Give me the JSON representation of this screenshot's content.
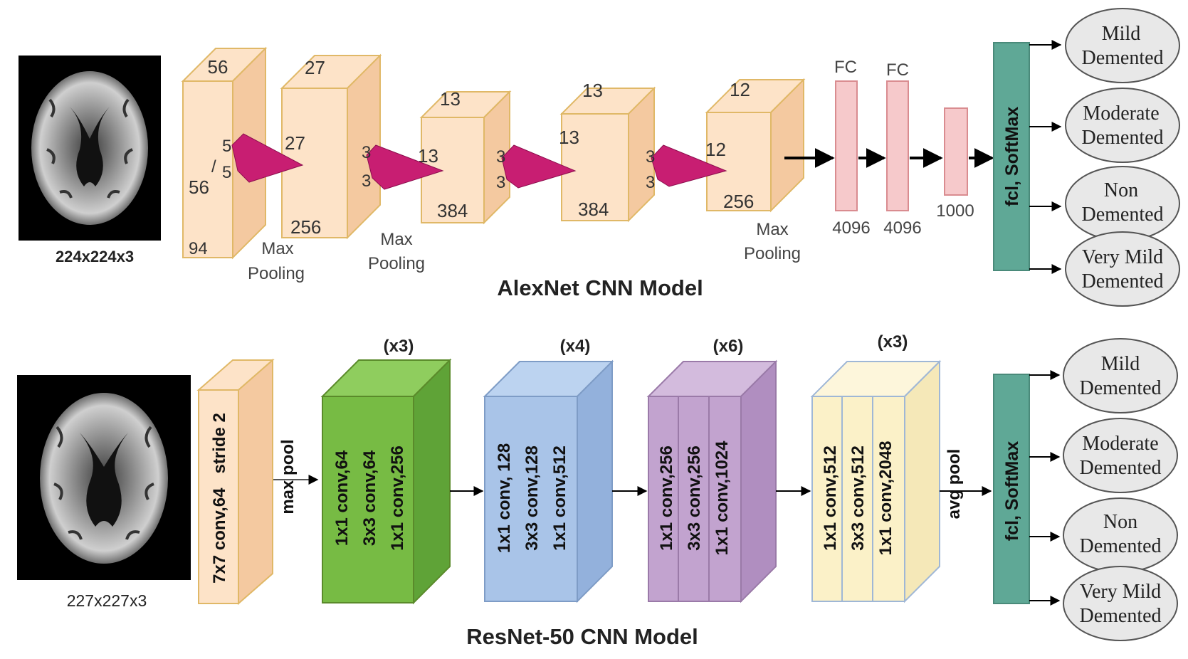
{
  "alexnet": {
    "input_size": "224x224x3",
    "title": "AlexNet CNN Model",
    "blocks": [
      {
        "top": "56",
        "left_a": "/",
        "left_b": "56",
        "bottom": "94",
        "kernel_a": "5",
        "kernel_b": "5"
      },
      {
        "top": "27",
        "mid": "27",
        "bottom": "256",
        "kernel_a": "3",
        "kernel_b": "3"
      },
      {
        "top": "13",
        "mid": "13",
        "bottom": "384",
        "kernel_a": "3",
        "kernel_b": "3"
      },
      {
        "top": "13",
        "mid": "13",
        "bottom": "384",
        "kernel_a": "3",
        "kernel_b": "3"
      },
      {
        "top": "12",
        "mid": "12",
        "bottom": "256"
      }
    ],
    "pool_label_1": [
      "Max",
      "Pooling"
    ],
    "pool_label_2": [
      "Max",
      "Pooling"
    ],
    "pool_label_3": [
      "Max",
      "Pooling"
    ],
    "fc": [
      {
        "top": "FC",
        "bottom": "4096"
      },
      {
        "top": "FC",
        "bottom": "4096"
      },
      {
        "top": "",
        "bottom": "1000"
      }
    ],
    "softmax": "fcl, SoftMax",
    "outputs": [
      [
        "Mild",
        "Demented"
      ],
      [
        "Moderate",
        "Demented"
      ],
      [
        "Non",
        "Demented"
      ],
      [
        "Very Mild",
        "Demented"
      ]
    ]
  },
  "resnet": {
    "input_size": "227x227x3",
    "title": "ResNet-50 CNN Model",
    "conv1": "7x7 conv,64   stride 2",
    "maxpool": "max pool",
    "stages": [
      {
        "repeat": "(x3)",
        "layers": [
          "1x1 conv,64",
          "3x3 conv,64",
          "1x1 conv,256"
        ],
        "color": "#77bb44"
      },
      {
        "repeat": "(x4)",
        "layers": [
          "1x1 conv, 128",
          "3x3 conv,128",
          "1x1 conv,512"
        ],
        "color": "#a9c4e8"
      },
      {
        "repeat": "(x6)",
        "layers": [
          "1x1 conv,256",
          "3x3 conv,256",
          "1x1 conv,1024"
        ],
        "color": "#c2a3cf"
      },
      {
        "repeat": "(x3)",
        "layers": [
          "1x1 conv,512",
          "3x3 conv,512",
          "1x1 conv,2048"
        ],
        "color": "#fbf1c8"
      }
    ],
    "avgpool": "avg pool",
    "softmax": "fcl, SoftMax",
    "outputs": [
      [
        "Mild",
        "Demented"
      ],
      [
        "Moderate",
        "Demented"
      ],
      [
        "Non",
        "Demented"
      ],
      [
        "Very Mild",
        "Demented"
      ]
    ]
  },
  "colors": {
    "block_fill": "#fde3c8",
    "block_stroke": "#e0b867",
    "kernel": "#c81e72",
    "fc_fill": "#f6c9cb",
    "fc_stroke": "#d98c90",
    "softmax": "#5fa896",
    "ellipse": "#e8e8e8"
  }
}
